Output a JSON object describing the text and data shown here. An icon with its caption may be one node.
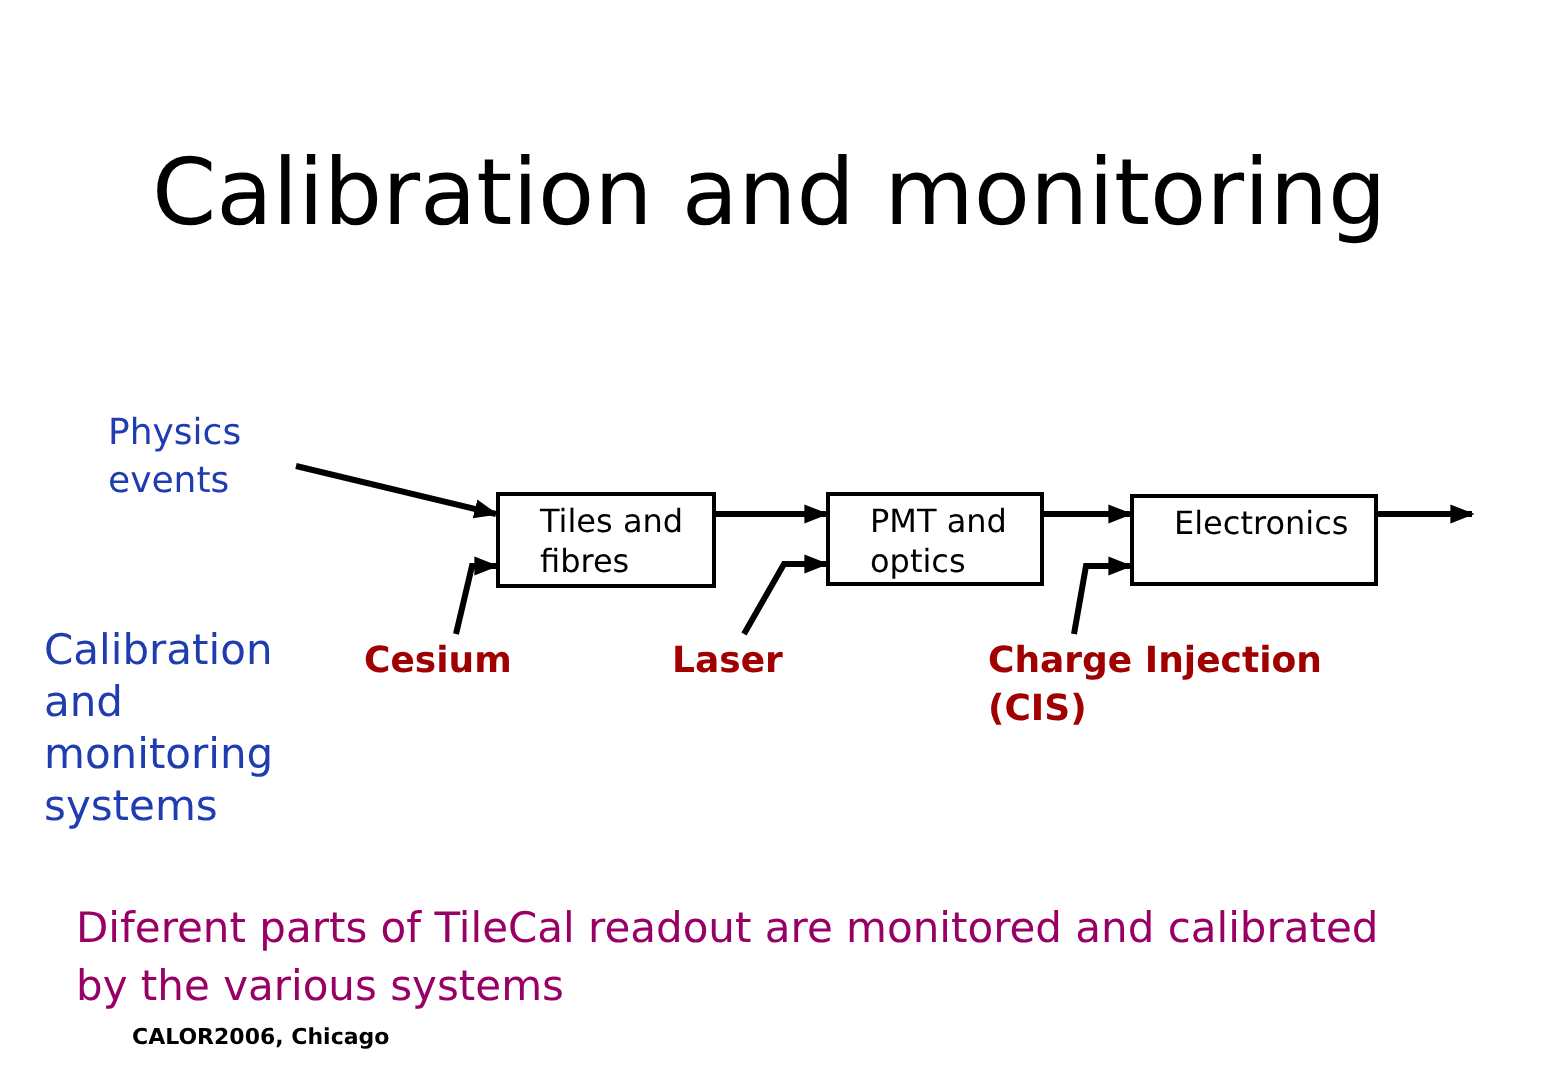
{
  "diagram": {
    "title": "Calibration and monitoring",
    "nodes": [
      {
        "text": [
          "Physics events"
        ]
      },
      {
        "text": [
          "Tiles and fibres"
        ]
      },
      {
        "text": [
          "PMT and optics"
        ]
      },
      {
        "text": [
          "Electronics"
        ]
      },
      {
        "text": [
          "Cesium"
        ]
      },
      {
        "text": [
          "Laser"
        ]
      },
      {
        "text": [
          "Charge Injection (CIS)"
        ]
      }
    ],
    "edges": [
      {
        "from": 0,
        "to": 1,
        "arrow": "to"
      },
      {
        "from": 4,
        "to": 1,
        "arrow": "to"
      },
      {
        "from": 1,
        "to": 2,
        "arrow": "to"
      },
      {
        "from": 5,
        "to": 2,
        "arrow": "to"
      },
      {
        "from": 2,
        "to": 3,
        "arrow": "to"
      },
      {
        "from": 6,
        "to": 3,
        "arrow": "to"
      },
      {
        "from": 3,
        "to": null,
        "arrow": "to"
      }
    ],
    "labels": [
      "Calibration and monitoring systems",
      "Diferent parts of TileCal readout are monitored and calibrated by the various systems",
      "CALOR2006, Chicago"
    ]
  }
}
